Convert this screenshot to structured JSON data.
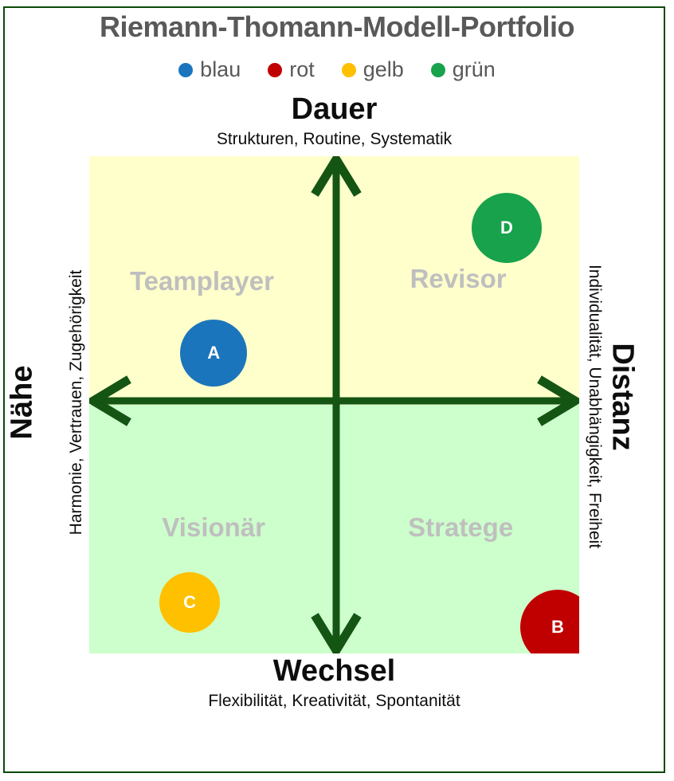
{
  "title": "Riemann-Thomann-Modell-Portfolio",
  "legend": {
    "items": [
      {
        "label": "blau",
        "color": "#1B75BC"
      },
      {
        "label": "rot",
        "color": "#C00000"
      },
      {
        "label": "gelb",
        "color": "#FFC000"
      },
      {
        "label": "grün",
        "color": "#17A24B"
      }
    ]
  },
  "axes": {
    "top": {
      "title": "Dauer",
      "subtitle": "Strukturen, Routine, Systematik"
    },
    "bottom": {
      "title": "Wechsel",
      "subtitle": "Flexibilität, Kreativität, Spontanität"
    },
    "left": {
      "title": "Nähe",
      "subtitle": "Harmonie, Vertrauen, Zugehörigkeit"
    },
    "right": {
      "title": "Distanz",
      "subtitle": "Individualität, Unabhängigkeit, Freiheit"
    }
  },
  "quadrants": {
    "top_left": "Teamplayer",
    "top_right": "Revisor",
    "bottom_left": "Visionär",
    "bottom_right": "Stratege"
  },
  "colors": {
    "arrow_green": "#145514",
    "frame_green": "#0a4a0a",
    "top_half_background": "#FFFFCC",
    "bottom_half_background": "#CCFFCC",
    "quadrant_label_gray": "#BFBFBF",
    "title_gray": "#595959"
  },
  "chart_data": {
    "type": "scatter",
    "title": "Riemann-Thomann-Modell-Portfolio",
    "x_axis": {
      "negative": "Nähe",
      "positive": "Distanz"
    },
    "y_axis": {
      "negative": "Wechsel",
      "positive": "Dauer"
    },
    "xlim": [
      -1,
      1
    ],
    "ylim": [
      -1,
      1
    ],
    "quadrant_names": [
      "Teamplayer",
      "Revisor",
      "Visionär",
      "Stratege"
    ],
    "points": [
      {
        "label": "A",
        "series": "blau",
        "color": "#1B75BC",
        "x": -0.5,
        "y": 0.19,
        "x_pct": 25.4,
        "y_pct": 39.6,
        "r": 42,
        "quadrant": "Teamplayer"
      },
      {
        "label": "B",
        "series": "rot",
        "color": "#C00000",
        "x": 0.9,
        "y": -0.91,
        "x_pct": 95.6,
        "y_pct": 94.7,
        "r": 47,
        "quadrant": "Stratege"
      },
      {
        "label": "C",
        "series": "gelb",
        "color": "#FFC000",
        "x": -0.6,
        "y": -0.81,
        "x_pct": 20.5,
        "y_pct": 89.7,
        "r": 38,
        "quadrant": "Visionär"
      },
      {
        "label": "D",
        "series": "grün",
        "color": "#17A24B",
        "x": 0.7,
        "y": 0.7,
        "x_pct": 85.2,
        "y_pct": 14.4,
        "r": 44,
        "quadrant": "Revisor"
      }
    ]
  }
}
